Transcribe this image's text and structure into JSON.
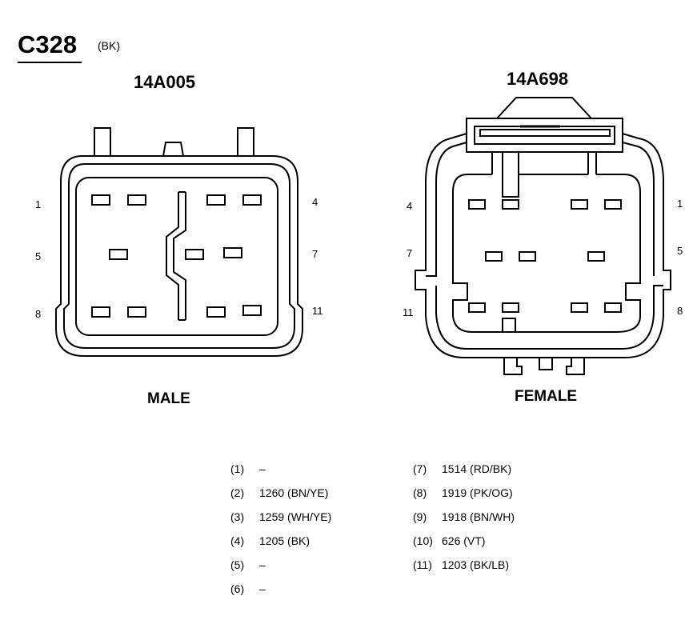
{
  "connector": {
    "id": "C328",
    "color": "(BK)"
  },
  "male": {
    "part_number": "14A005",
    "label": "MALE",
    "pin_numbers": {
      "top_left": "1",
      "mid_left": "5",
      "bottom_left": "8",
      "top_right": "4",
      "mid_right": "7",
      "bottom_right": "11"
    }
  },
  "female": {
    "part_number": "14A698",
    "label": "FEMALE",
    "pin_numbers": {
      "top_left": "4",
      "mid_left": "7",
      "bottom_left": "11",
      "top_right": "1",
      "mid_right": "5",
      "bottom_right": "8"
    }
  },
  "pinout_left": [
    {
      "pin": "(1)",
      "circuit": "–"
    },
    {
      "pin": "(2)",
      "circuit": "1260 (BN/YE)"
    },
    {
      "pin": "(3)",
      "circuit": "1259 (WH/YE)"
    },
    {
      "pin": "(4)",
      "circuit": "1205 (BK)"
    },
    {
      "pin": "(5)",
      "circuit": "–"
    },
    {
      "pin": "(6)",
      "circuit": "–"
    }
  ],
  "pinout_right": [
    {
      "pin": "(7)",
      "circuit": "1514 (RD/BK)"
    },
    {
      "pin": "(8)",
      "circuit": "1919 (PK/OG)"
    },
    {
      "pin": "(9)",
      "circuit": "1918 (BN/WH)"
    },
    {
      "pin": "(10)",
      "circuit": "626 (VT)"
    },
    {
      "pin": "(11)",
      "circuit": "1203 (BK/LB)"
    }
  ]
}
